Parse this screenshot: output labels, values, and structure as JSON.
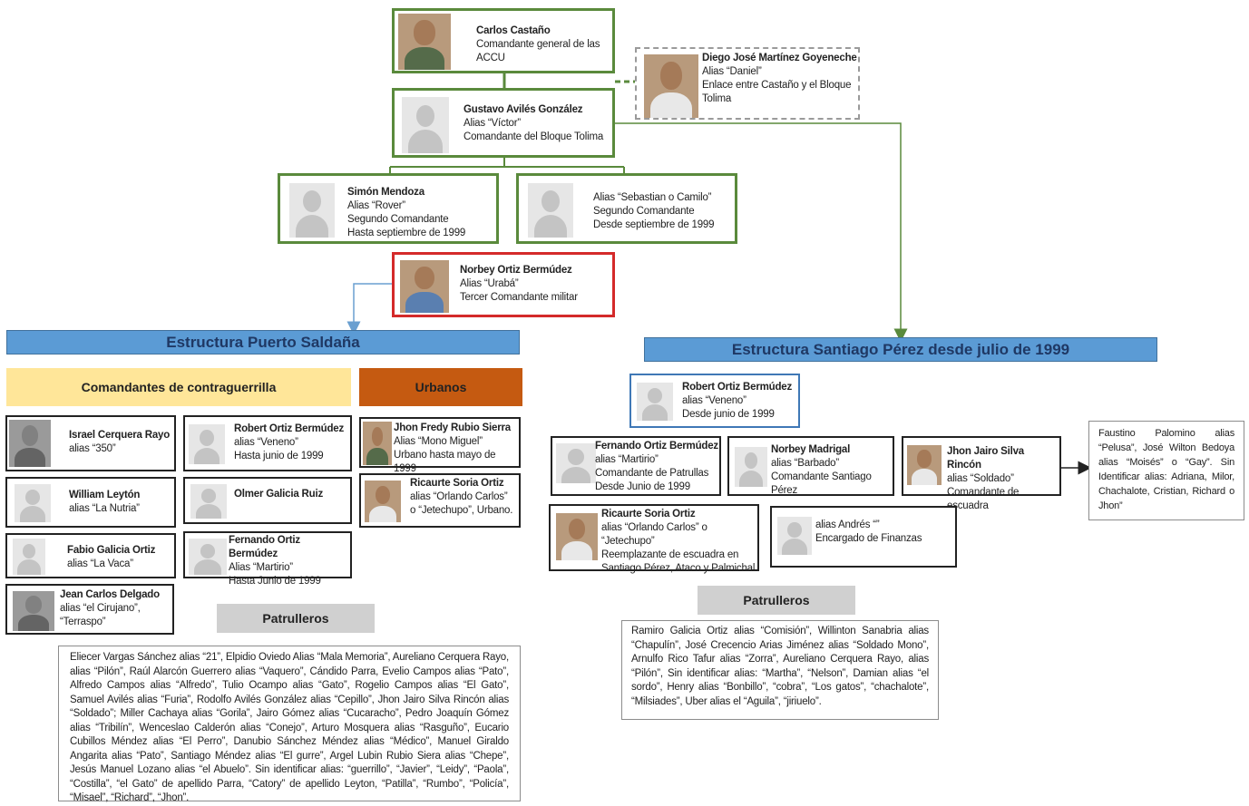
{
  "top": {
    "castano": {
      "name": "Carlos Castaño",
      "lines": [
        "Comandante general de las",
        "ACCU"
      ]
    },
    "martinez": {
      "name": "Diego José Martínez Goyeneche",
      "lines": [
        "Alias “Daniel”",
        "Enlace entre Castaño y el Bloque",
        "Tolima"
      ]
    },
    "aviles": {
      "name": "Gustavo Avilés González",
      "lines": [
        "Alias “Víctor”",
        "Comandante del Bloque Tolima"
      ]
    },
    "mendoza": {
      "name": "Simón Mendoza",
      "lines": [
        "Alias “Rover”",
        "Segundo Comandante",
        "Hasta septiembre de 1999"
      ]
    },
    "sebastian": {
      "lines": [
        "Alias “Sebastian o Camilo”",
        "Segundo Comandante",
        "Desde septiembre de 1999"
      ]
    },
    "norbey": {
      "name": "Norbey Ortiz Bermúdez",
      "lines": [
        "Alias “Urabá”",
        "Tercer Comandante militar"
      ]
    }
  },
  "puerto": {
    "banner": "Estructura Puerto Saldaña",
    "contra_header": "Comandantes de contraguerrilla",
    "urbanos_header": "Urbanos",
    "israel": {
      "name": "Israel Cerquera Rayo",
      "lines": [
        "alias “350”"
      ]
    },
    "robert": {
      "name": "Robert Ortiz Bermúdez",
      "lines": [
        "alias “Veneno”",
        "Hasta junio de 1999"
      ]
    },
    "william": {
      "name": "William Leytón",
      "lines": [
        "alias “La Nutria”"
      ]
    },
    "olmer": {
      "name": "Olmer Galicia Ruiz"
    },
    "fabio": {
      "name": "Fabio Galicia Ortiz",
      "lines": [
        "alias “La Vaca”"
      ]
    },
    "fernando": {
      "name": "Fernando Ortiz Bermúdez",
      "lines": [
        "Alias “Martirio”",
        "Hasta Junio de 1999"
      ]
    },
    "jean": {
      "name": "Jean Carlos Delgado",
      "lines": [
        "alias “el Cirujano”,",
        "“Terraspo”"
      ]
    },
    "jhon_fredy": {
      "name": "Jhon Fredy Rubio Sierra",
      "lines": [
        "Alias “Mono Miguel”",
        "Urbano hasta mayo de 1999"
      ]
    },
    "ricaurte": {
      "name": "Ricaurte Soria Ortiz",
      "lines": [
        "alias “Orlando Carlos”",
        "o “Jetechupo”, Urbano."
      ]
    },
    "patrulleros_header": "Patrulleros",
    "patrulleros_text": "Eliecer Vargas Sánchez alias “21”, Elpidio Oviedo Alias “Mala Memoria”, Aureliano Cerquera Rayo, alias “Pilón”, Raúl Alarcón Guerrero alias “Vaquero”, Cándido Parra, Evelio Campos alias “Pato”, Alfredo Campos alias “Alfredo”, Tulio Ocampo alias “Gato”, Rogelio Campos alias “El Gato”, Samuel Avilés alias “Furia”, Rodolfo Avilés González alias “Cepillo”, Jhon Jairo Silva Rincón alias “Soldado”; Miller Cachaya alias “Gorila”, Jairo Gómez alias “Cucaracho”, Pedro Joaquín Gómez alias “Tribilín”, Wenceslao Calderón alias “Conejo”, Arturo Mosquera alias “Rasguño”, Eucario Cubillos Méndez alias “El Perro”, Danubio Sánchez Méndez alias “Médico”, Manuel Giraldo Angarita alias “Pato”, Santiago Méndez alias “El gurre”, Argel Lubin Rubio Siera alias “Chepe”, Jesús Manuel Lozano alias “el Abuelo”. Sin identificar alias: “guerrillo”, “Javier”, “Leidy”, “Paola”, “Costilla”, “el Gato” de apellido Parra, “Catory” de apellido Leyton, “Patilla”, “Rumbo”, “Policía”, “Misael”, “Richard”, “Jhon”."
  },
  "santiago": {
    "banner": "Estructura Santiago Pérez desde julio de 1999",
    "robert": {
      "name": "Robert Ortiz Bermúdez",
      "lines": [
        "alias “Veneno”",
        "Desde junio de 1999"
      ]
    },
    "fernando": {
      "name": "Fernando Ortiz Bermúdez",
      "lines": [
        "alias “Martirio”",
        "Comandante de Patrullas",
        "Desde Junio de 1999"
      ]
    },
    "norbey": {
      "name": "Norbey Madrigal",
      "lines": [
        "alias “Barbado”",
        "Comandante Santiago Pérez"
      ]
    },
    "jhon_jairo": {
      "name": "Jhon Jairo Silva Rincón",
      "lines": [
        "alias “Soldado”",
        "Comandante de escuadra"
      ]
    },
    "ricaurte": {
      "name": "Ricaurte Soria Ortiz",
      "lines": [
        "alias “Orlando Carlos” o “Jetechupo”",
        "Reemplazante de escuadra en",
        "Santiago Pérez, Ataco y Palmichal"
      ]
    },
    "andres": {
      "lines": [
        "alias Andrés “”",
        "Encargado de Finanzas"
      ]
    },
    "faustino_text": "Faustino Palomino alias “Pelusa”, José Wilton Bedoya alias “Moisés” o “Gay”. Sin Identificar alias: Adriana, Milor, Chachalote, Cristian, Richard o Jhon”",
    "patrulleros_header": "Patrulleros",
    "patrulleros_text": "Ramiro Galicia Ortiz alias “Comisión”, Willinton Sanabria alias “Chapulín”, José Crecencio Arias Jiménez alias “Soldado Mono”, Arnulfo Rico Tafur alias “Zorra”, Aureliano Cerquera Rayo, alias “Pilón”, Sin identificar alias: “Martha”, “Nelson”, Damian alias “el sordo”, Henry alias “Bonbillo”, “cobra”, “Los gatos”, “chachalote”, “Milsiades”, Uber alias el “Aguila”, “jiriuelo”."
  },
  "colors": {
    "green": "#5a8a3c",
    "red": "#d42a2a",
    "banner": "#5b9bd5",
    "contra": "#ffe699",
    "urbanos": "#c55a11",
    "grey": "#d0d0d0"
  },
  "icons": [
    "person-silhouette-icon",
    "photo-portrait-icon",
    "arrow-down-icon",
    "arrow-right-icon"
  ]
}
